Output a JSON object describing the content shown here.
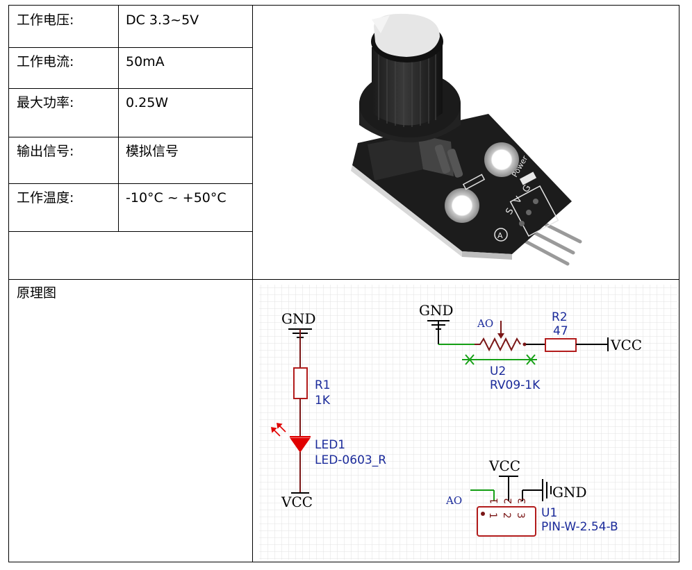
{
  "specs": [
    {
      "label": "工作电压:",
      "value": "DC 3.3~5V"
    },
    {
      "label": "工作电流:",
      "value": "50mA"
    },
    {
      "label": "最大功率:",
      "value": "0.25W"
    },
    {
      "label": "输出信号:",
      "value": "模拟信号"
    },
    {
      "label": "工作温度:",
      "value": "-10°C ~ +50°C"
    }
  ],
  "schematic_label": "原理图",
  "board_silkscreen": {
    "power": "Power",
    "pin_s": "S",
    "pin_v": "V",
    "pin_g": "G",
    "logo": "A"
  },
  "schematic": {
    "left_gnd": "GND",
    "r1_name": "R1",
    "r1_value": "1K",
    "led_name": "LED1",
    "led_value": "LED-0603_R",
    "left_vcc": "VCC",
    "pot_gnd": "GND",
    "pot_ao": "AO",
    "r2_name": "R2",
    "r2_value": "47",
    "pot_vcc": "VCC",
    "u2_name": "U2",
    "u2_value": "RV09-1K",
    "hdr_vcc": "VCC",
    "hdr_gnd": "GND",
    "hdr_ao": "AO",
    "u1_name": "U1",
    "u1_value": "PIN-W-2.54-B",
    "pin_1": "1",
    "pin_2": "2",
    "pin_3": "3"
  },
  "colors": {
    "wire_dark": "#7a1616",
    "wire_green": "#16a016",
    "component_red": "#b21b1b",
    "led_red": "#e00000",
    "text_blue": "#1a2a9a",
    "grid": "#dcdcdc"
  }
}
